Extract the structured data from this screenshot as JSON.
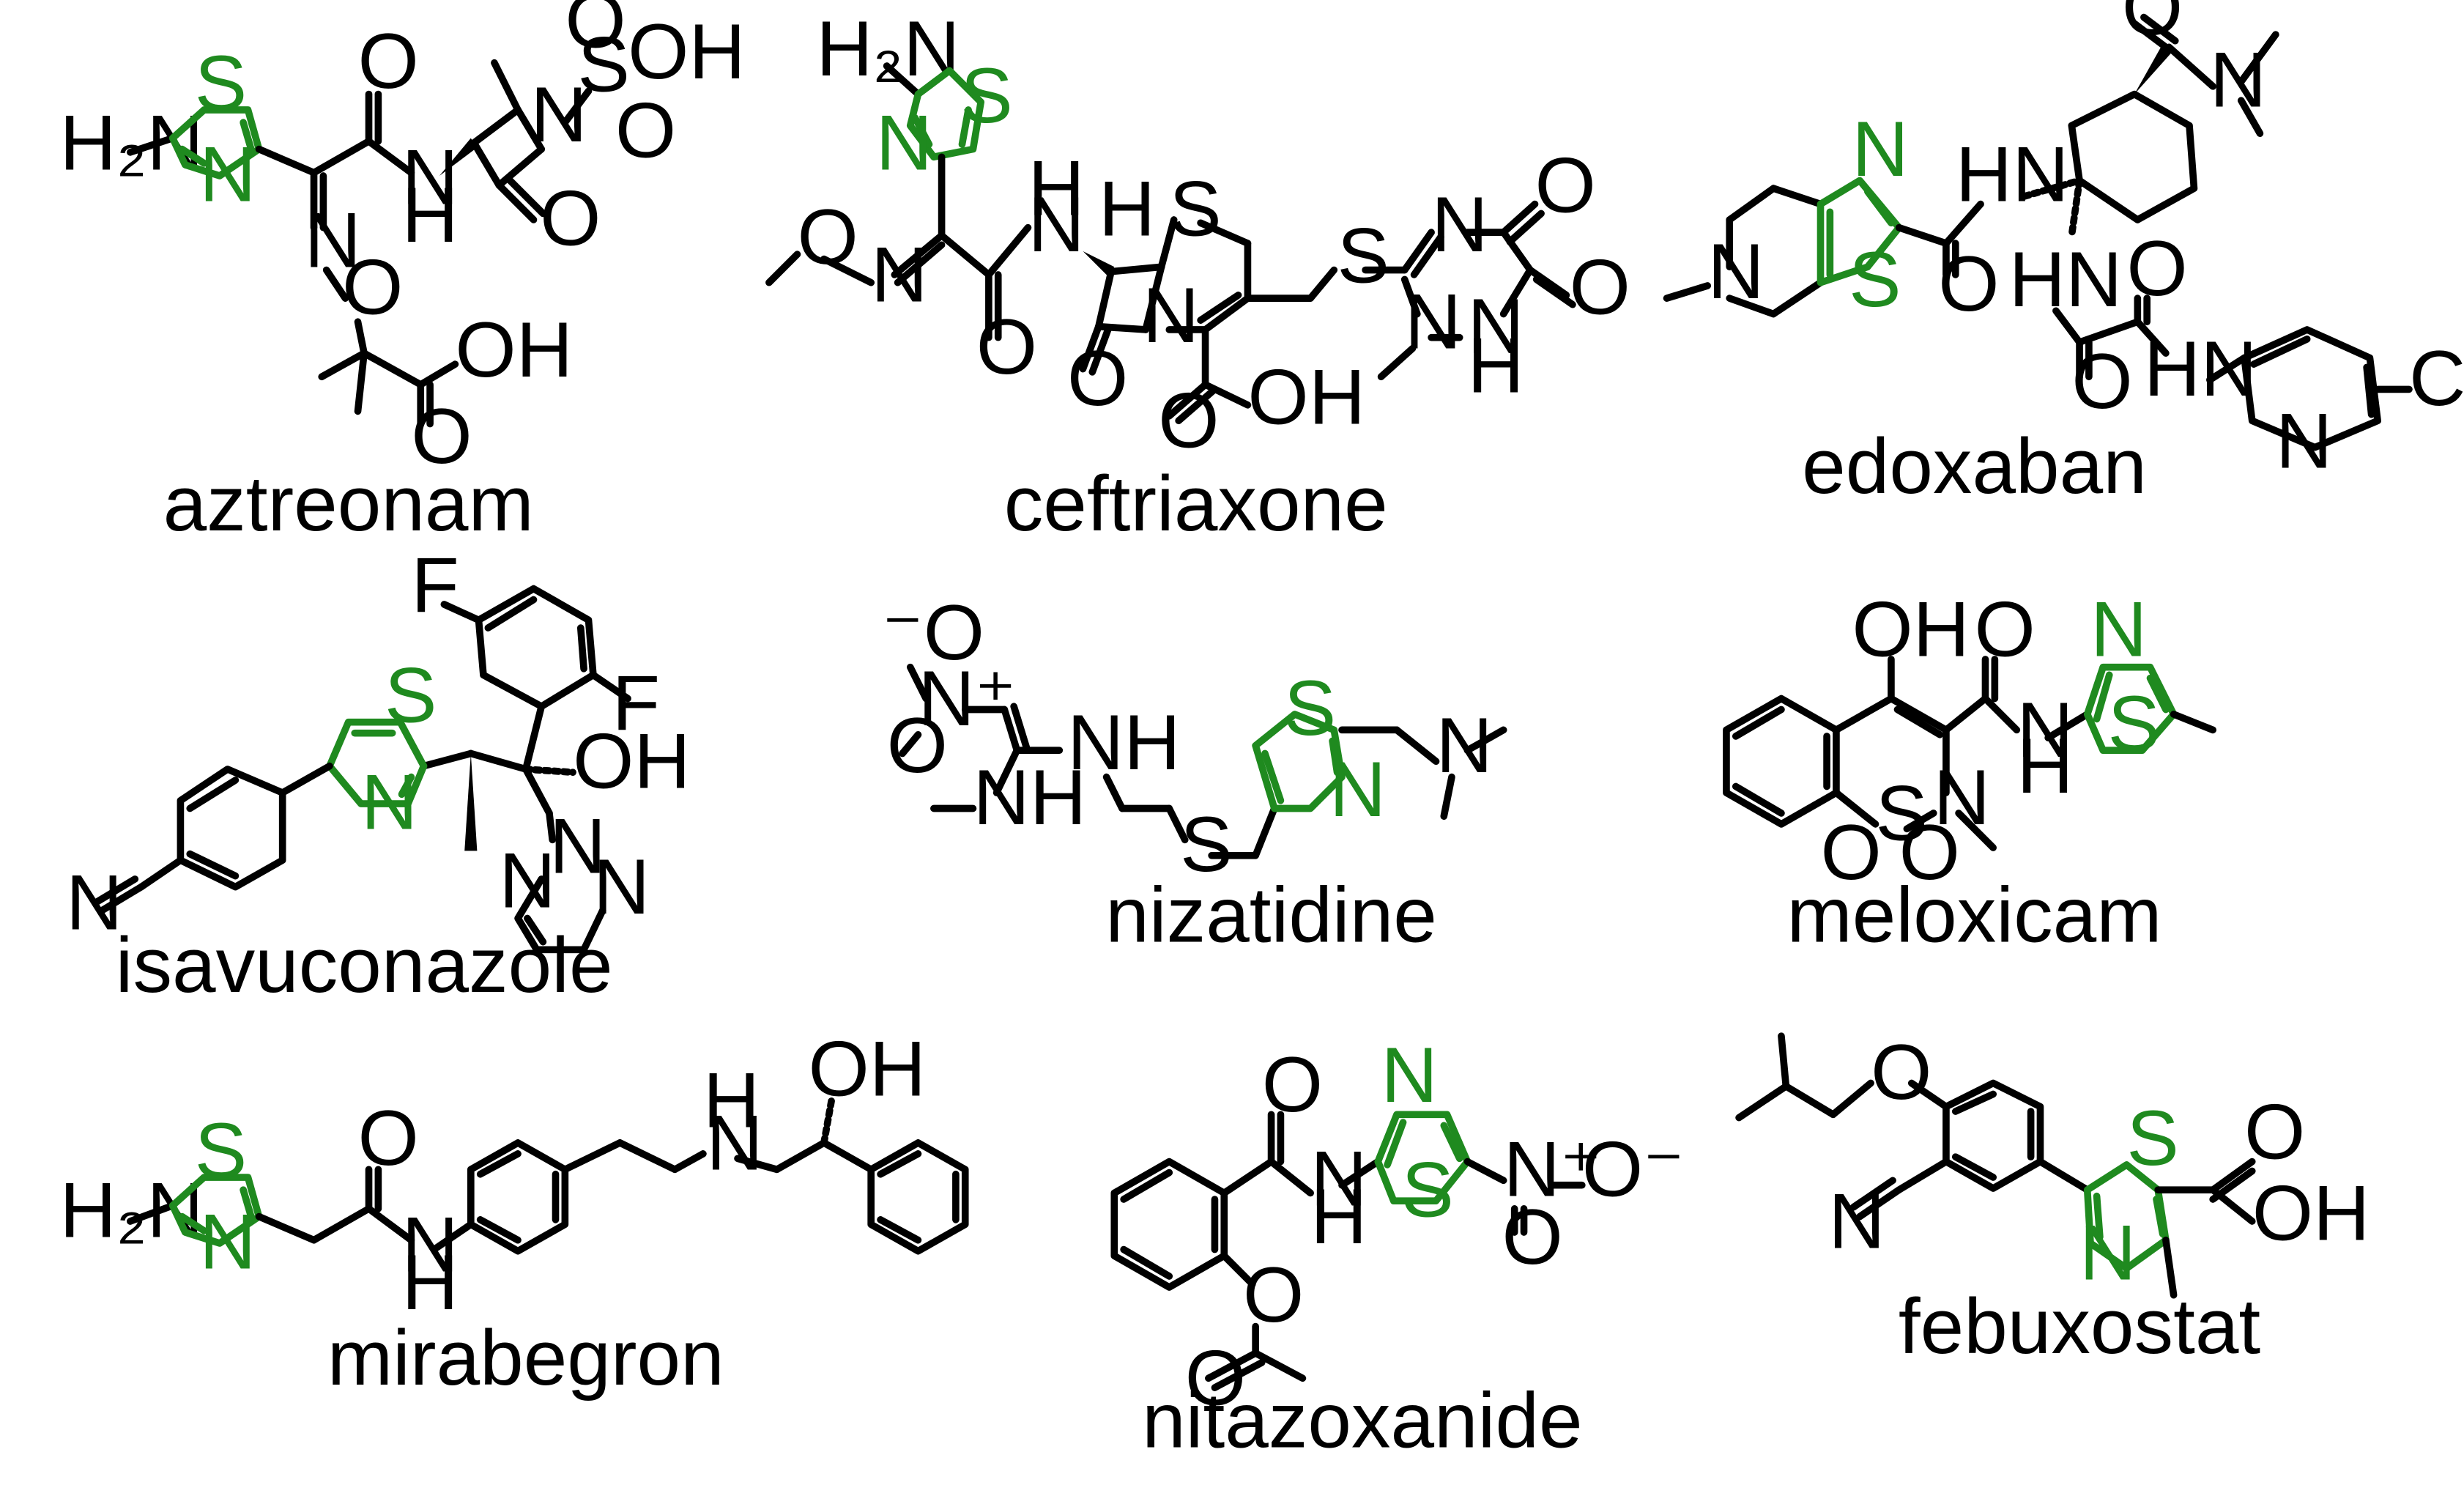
{
  "accent_color": "#1f8a1f",
  "molecules": [
    {
      "name": "aztreonam"
    },
    {
      "name": "ceftriaxone"
    },
    {
      "name": "edoxaban"
    },
    {
      "name": "isavuconazole"
    },
    {
      "name": "nizatidine"
    },
    {
      "name": "meloxicam"
    },
    {
      "name": "mirabegron"
    },
    {
      "name": "nitazoxanide"
    },
    {
      "name": "febuxostat"
    }
  ]
}
